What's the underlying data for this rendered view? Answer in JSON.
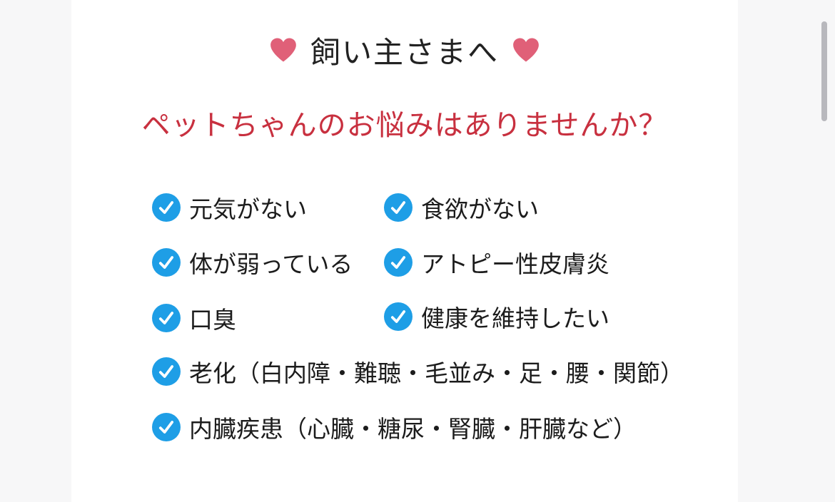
{
  "header": {
    "title": "飼い主さまへ",
    "heart_color": "#e06078"
  },
  "subtitle": "ペットちゃんのお悩みはありませんか？",
  "check_color": "#1e9ee6",
  "checklist": [
    "元気がない",
    "食欲がない",
    "体が弱っている",
    "アトピー性皮膚炎",
    "口臭",
    "健康を維持したい",
    "老化（白内障・難聴・毛並み・足・腰・関節）",
    "内臓疾患（心臓・糖尿・腎臓・肝臓など）"
  ]
}
